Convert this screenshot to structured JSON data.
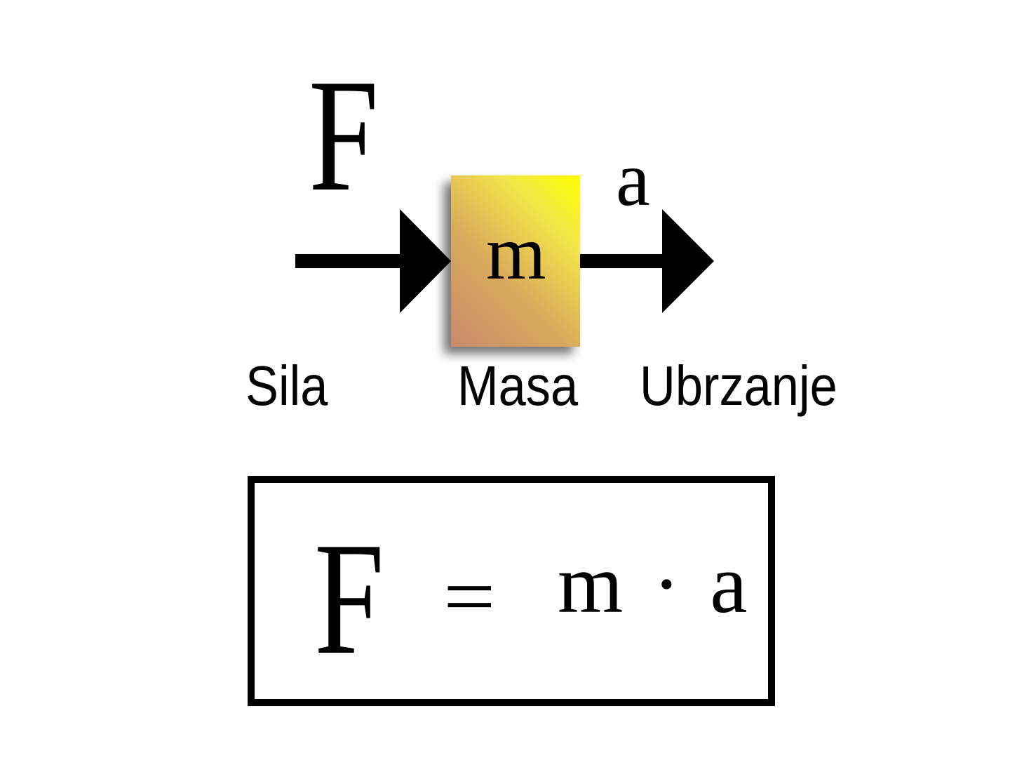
{
  "diagram": {
    "force_symbol": "F",
    "acceleration_symbol": "a",
    "mass_symbol": "m",
    "labels": {
      "force": "Sila",
      "mass": "Masa",
      "acceleration": "Ubrzanje"
    },
    "colors": {
      "block_gradient_start": "#c98a6c",
      "block_gradient_end": "#ffff00",
      "arrow": "#000000"
    }
  },
  "formula": {
    "lhs": "F",
    "equals": "=",
    "rhs": "m · a"
  }
}
